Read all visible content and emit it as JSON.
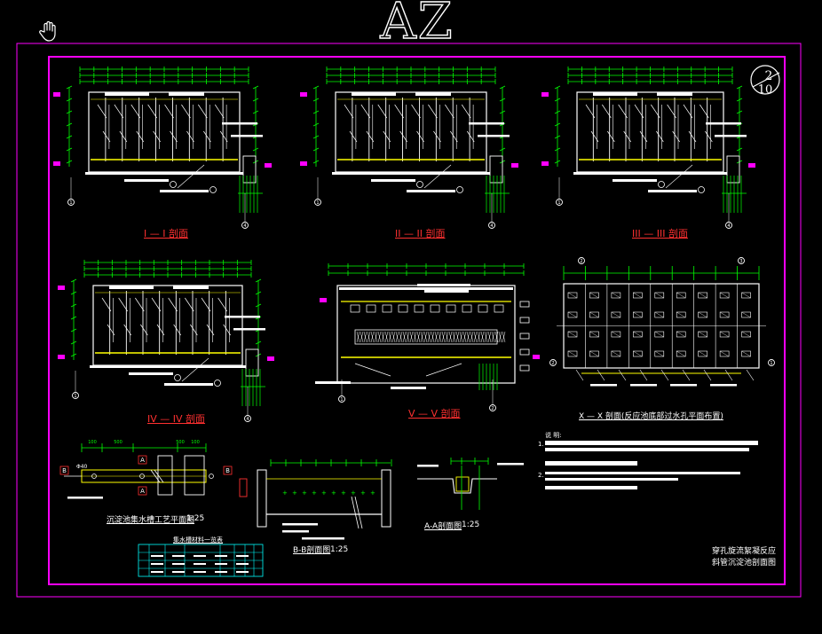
{
  "drawing": {
    "az_title": "AZ",
    "sheet_number_top": "2",
    "sheet_number_bottom": "10"
  },
  "sections": {
    "s1": "I — I 剖面",
    "s2": "II — II 剖面",
    "s3": "III — III 剖面",
    "s4": "IV — IV 剖面",
    "s5": "V — V 剖面",
    "s6": "X — X 剖面(反应池底部过水孔平面布置)"
  },
  "details": {
    "plan_title": "沉淀池集水槽工艺平面图",
    "plan_scale": "1:25",
    "bb_title": "B-B剖面图",
    "bb_scale": "1:25",
    "aa_title": "A-A剖面图",
    "aa_scale": "1:25",
    "table_title": "集水槽材料一览表",
    "cut_a": "A",
    "cut_b": "B",
    "dims": [
      "100",
      "500",
      "500",
      "100"
    ],
    "pipe_label": "Φ40"
  },
  "notes": {
    "heading": "说 明:",
    "item1": "1.",
    "item2": "2."
  },
  "title_block": {
    "line1": "穿孔旋流絮凝反应",
    "line2": "斜管沉淀池剖面图"
  },
  "axis_labels": [
    "1",
    "2",
    "3",
    "4"
  ],
  "colors": {
    "frame": "#ff00ff",
    "dim": "#00ff00",
    "structure": "#ffffff",
    "water": "#ffff00",
    "pipe": "#00ffff",
    "title": "#ff3030",
    "tag": "#ff00ff"
  },
  "icons": {
    "pan": "hand-pan-icon"
  }
}
